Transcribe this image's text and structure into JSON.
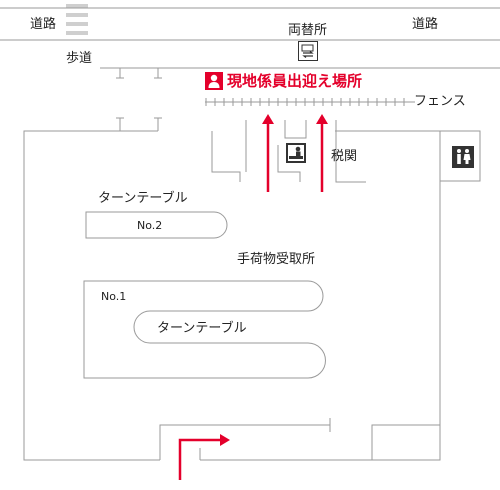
{
  "labels": {
    "road_left": "道路",
    "road_right": "道路",
    "sidewalk": "歩道",
    "exchange": "両替所",
    "meeting_point": "現地係員出迎え場所",
    "fence": "フェンス",
    "customs": "税関",
    "turntable_upper": "ターンテーブル",
    "no2": "No.2",
    "baggage_claim": "手荷物受取所",
    "no1": "No.1",
    "turntable_lower": "ターンテーブル"
  },
  "colors": {
    "accent_red": "#e4002b",
    "line_gray": "#9a9a9a",
    "crosswalk_gray": "#cfcfcf"
  },
  "icons": [
    "person-icon",
    "currency-exchange-icon",
    "customs-officer-icon",
    "restroom-icon"
  ]
}
